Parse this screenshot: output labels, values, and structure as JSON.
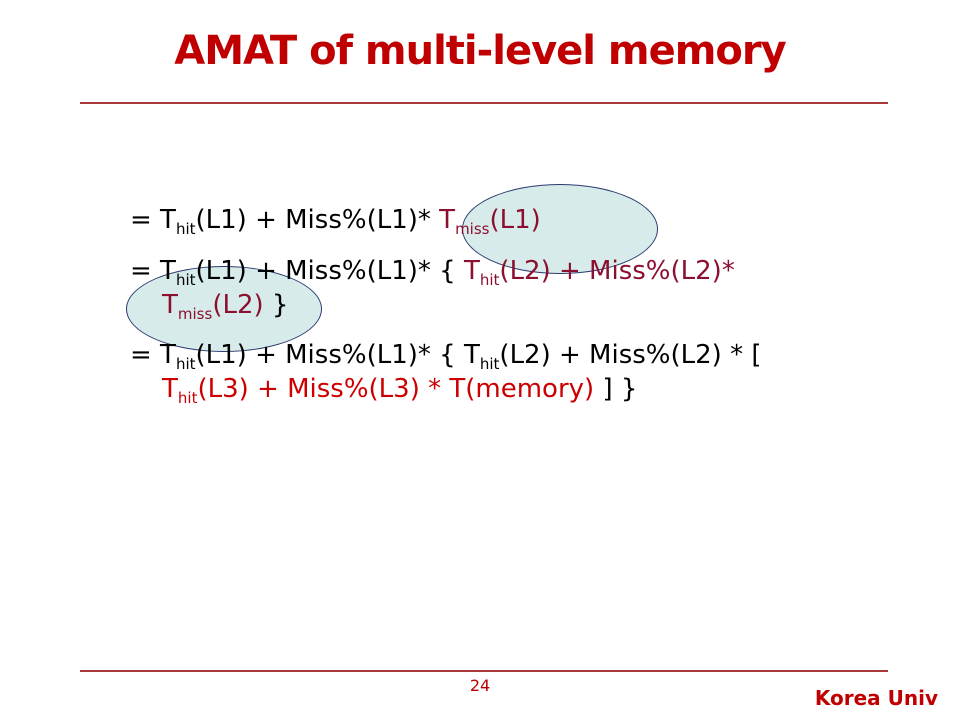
{
  "slide": {
    "title": "AMAT of multi-level memory",
    "page_number": "24",
    "footer": "Korea Univ"
  },
  "equations": {
    "line1": {
      "prefix": "= T",
      "sub1": "hit",
      "text1": "(L1) + Miss%(L1)* ",
      "hl_t": "T",
      "hl_sub": "miss",
      "hl_text": "(L1)"
    },
    "line2": {
      "prefix": "= T",
      "sub1": "hit",
      "text1": "(L1) + Miss%(L1)* { ",
      "r_t": "T",
      "r_sub": "hit",
      "r_text": "(L2) + Miss%(L2)*",
      "cont_t": "T",
      "cont_sub": "miss",
      "cont_text": "(L2) ",
      "close": "}"
    },
    "line3": {
      "prefix": "= T",
      "sub1": "hit",
      "text1": "(L1) + Miss%(L1)* { T",
      "sub2": "hit",
      "text2": "(L2) + Miss%(L2) *  [",
      "cont_t": "T",
      "cont_sub": "hit",
      "cont_text": "(L3) + Miss%(L3) * T(memory)",
      "close": " ] }"
    }
  },
  "colors": {
    "title": "#c00000",
    "highlight_fill": "#d7ecea",
    "highlight_border": "#2d3a6e",
    "dark_red": "#8b1030",
    "red": "#cc0000"
  }
}
